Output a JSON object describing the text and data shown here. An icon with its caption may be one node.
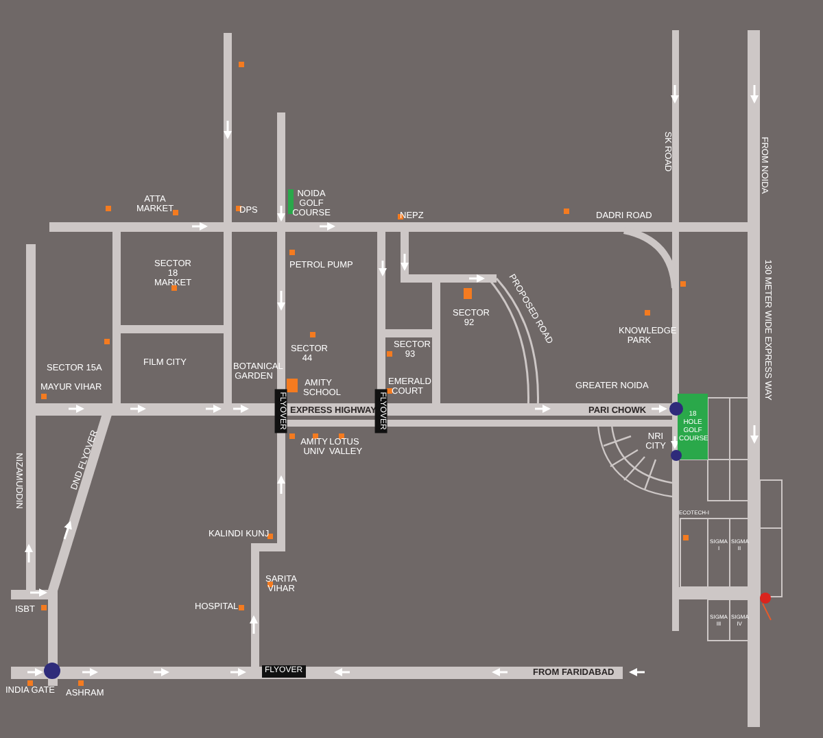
{
  "diagram": {
    "labels": [
      "NOIDA GOLF COURSE",
      "ATTA MARKET",
      "DPS",
      "NEPZ",
      "DADRI ROAD",
      "SK ROAD",
      "FROM NOIDA",
      "PETROL PUMP",
      "SECTOR 18 MARKET",
      "SECTOR 92",
      "PROPOSED ROAD",
      "KNOWLEDGE PARK",
      "130 METER WIDE EXPRESS WAY",
      "SECTOR 44",
      "SECTOR 93",
      "SECTOR 15A",
      "FILM CITY",
      "BOTANICAL GARDEN",
      "MAYUR VIHAR",
      "AMITY SCHOOL",
      "EMERALD COURT",
      "GREATER NOIDA",
      "FLYOVER",
      "EXPRESS HIGHWAY",
      "FLYOVER",
      "PARI CHOWK",
      "18 HOLE GOLF COURSE",
      "NIZAMUDDIN",
      "DND FLYOVER",
      "AMITY UNIV",
      "LOTUS VALLEY",
      "NRI CITY",
      "ECOTECH-I",
      "SIGMA I",
      "SIGMA II",
      "KALINDI KUNJ",
      "SARITA VIHAR",
      "ISBT",
      "HOSPITAL",
      "SIGMA III",
      "SIGMA IV",
      "FLYOVER",
      "FROM FARIDABAD",
      "INDIA GATE",
      "ASHRAM"
    ]
  }
}
